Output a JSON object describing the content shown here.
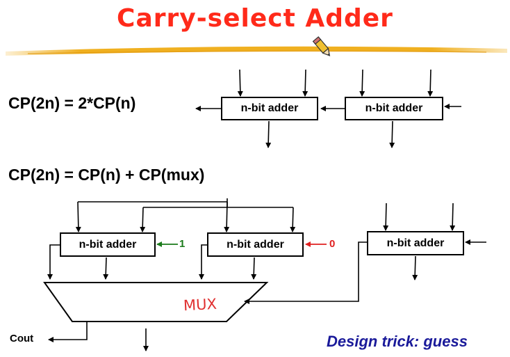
{
  "title": "Carry-select Adder",
  "equation_1": "CP(2n) = 2*CP(n)",
  "equation_2": "CP(2n) = CP(n) + CP(mux)",
  "block_label": "n-bit adder",
  "mux_label": "MUX",
  "carry_in_guess_1": "1",
  "carry_in_guess_0": "0",
  "cout_label": "Cout",
  "design_trick": "Design trick: guess",
  "colors": {
    "title": "#ff2a1a",
    "guess_1": "#1a7a1a",
    "guess_0": "#e02020",
    "design_trick": "#1a1a9a",
    "underline_bar": "#f0b020"
  },
  "icons": [
    "pencil-icon"
  ]
}
